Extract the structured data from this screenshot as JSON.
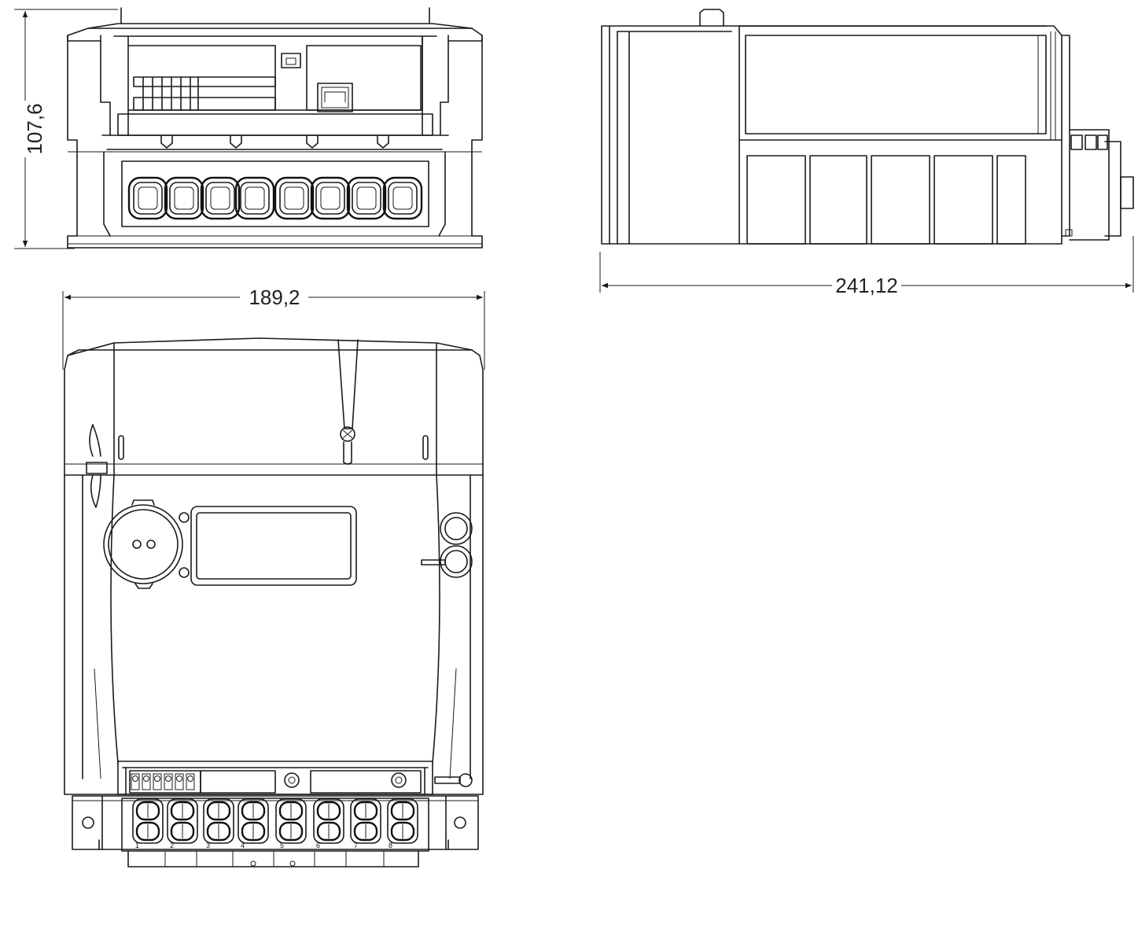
{
  "dimensions": {
    "height": "107,6",
    "width_front": "189,2",
    "depth_side": "241,12"
  },
  "terminal_numbers": [
    "1",
    "2",
    "3",
    "4",
    "5",
    "6",
    "7",
    "8"
  ],
  "colors": {
    "line": "#1a1a1a",
    "background": "#ffffff"
  }
}
